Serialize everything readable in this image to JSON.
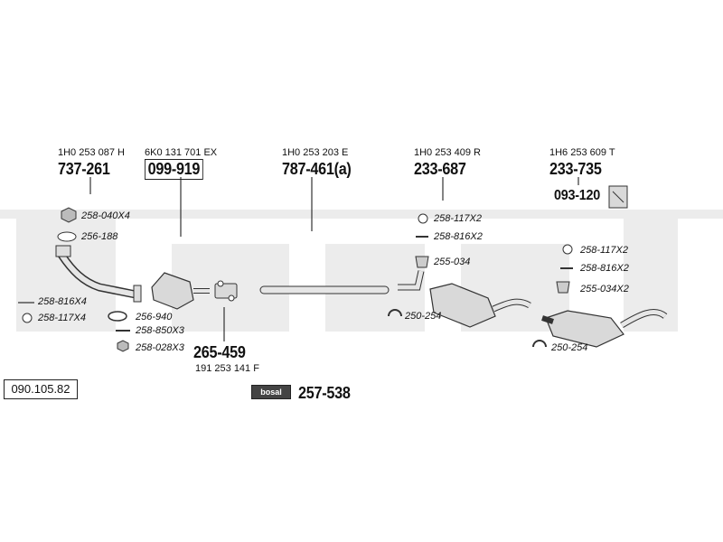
{
  "reference_number": "090.105.82",
  "watermark_text": "bosal",
  "colors": {
    "line": "#333333",
    "watermark": "#ececec",
    "part_fill": "#d9d9d9"
  },
  "parts": {
    "front_pipe": {
      "oe_number": "1H0 253 087 H",
      "part_number": "737-261"
    },
    "catalyst": {
      "oe_number": "6K0 131 701 EX",
      "part_number": "099-919"
    },
    "middle_pipe": {
      "oe_number": "1H0 253 203 E",
      "part_number": "787-461(a)"
    },
    "middle_silencer": {
      "oe_number": "1H0 253 409 R",
      "part_number": "233-687"
    },
    "rear_silencer": {
      "oe_number": "1H6 253 609 T",
      "part_number": "233-735"
    },
    "clamp_connector": {
      "oe_number": "191 253 141 F",
      "part_number": "265-459"
    },
    "heat_shield": {
      "part_number": "093-120"
    },
    "mounting_kit": {
      "part_number": "257-538",
      "badge": "bosal"
    }
  },
  "accessories": {
    "a1": "258-040X4",
    "a2": "256-188",
    "a3": "258-816X4",
    "a4": "258-117X4",
    "a5": "256-940",
    "a6": "258-850X3",
    "a7": "258-028X3",
    "a8": "258-117X2",
    "a9": "258-816X2",
    "a10": "255-034",
    "a11": "250-254",
    "a12": "258-117X2",
    "a13": "258-816X2",
    "a14": "255-034X2",
    "a15": "250-254"
  }
}
